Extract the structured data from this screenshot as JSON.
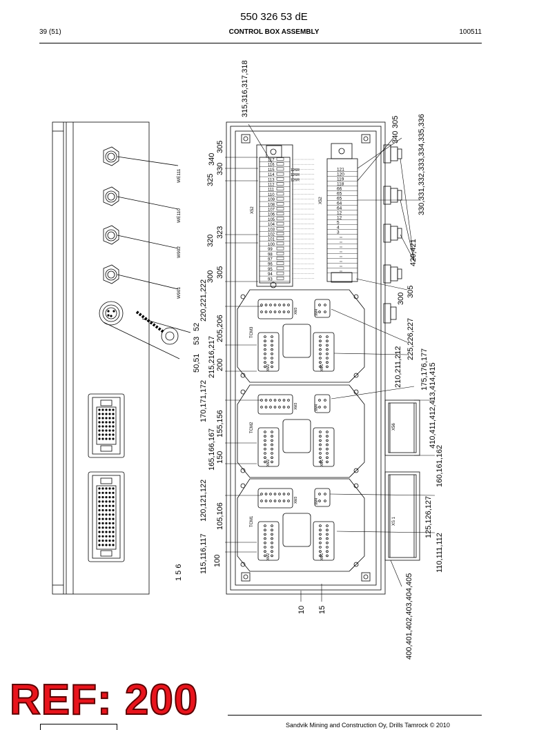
{
  "header": {
    "doc_number": "550 326 53 dE",
    "page": "39 (51)",
    "title": "CONTROL BOX ASSEMBLY",
    "code": "100511"
  },
  "callouts": {
    "c315": "315,316,317,318",
    "c340a": "340",
    "c305a": "305",
    "c325": "325",
    "c330": "330",
    "c320": "320",
    "c323": "323",
    "c300a": "300",
    "c305b": "305",
    "c220": "220,221,222",
    "c205": "205,206",
    "c53": "53",
    "c52": "52",
    "c50": "50,51",
    "c215": "215,216,217",
    "c200": "200",
    "c170": "170,171,172",
    "c155": "155,156",
    "c165": "165,166,167",
    "c150": "150",
    "c120": "120,121,122",
    "c105": "105,106",
    "c115": "115,116,117",
    "c100": "100",
    "c156": "1 5 6",
    "c10": "10",
    "c15": "15",
    "c400": "400,401,402,403,404,405",
    "c110": "110,111,112",
    "c125": "125,126,127",
    "c160": "160,161,162",
    "c410": "410,411,412,413,414,415",
    "c175": "175,176,177",
    "c210": "210,211,212",
    "c225": "225,226,227",
    "c300b": "300",
    "c305c": "305",
    "c420": "420,421",
    "c330b": "330,331,332,333,334,335,336",
    "c340b": "340",
    "c305d": "305"
  },
  "plugs": [
    "WE111",
    "WE110",
    "W902",
    "W901"
  ],
  "terminal_left": [
    "117",
    "116",
    "115",
    "114",
    "113",
    "112",
    "111",
    "110",
    "109",
    "108",
    "107",
    "106",
    "105",
    "104",
    "103",
    "102",
    "101",
    "100",
    "99",
    "98",
    "97",
    "96",
    "95",
    "94",
    "93"
  ],
  "terminal_left_notes": [
    "126R",
    "126R",
    "126R"
  ],
  "terminal_right": [
    "121",
    "120",
    "119",
    "118",
    "66",
    "65",
    "65",
    "64",
    "64",
    "12",
    "12",
    "5",
    "4",
    "3"
  ],
  "strip_labels": {
    "left": "X52",
    "right": "X52"
  },
  "modules": [
    {
      "name": "TCM3",
      "conn": [
        "XM2",
        "XM3",
        "XM4",
        "XM1"
      ]
    },
    {
      "name": "TCM2",
      "conn": [
        "XM2",
        "XM3",
        "XM4",
        "XM1"
      ]
    },
    {
      "name": "TCM1",
      "conn": [
        "XM2",
        "XM3",
        "XM4",
        "XM1"
      ]
    }
  ],
  "side_labels": {
    "x56": "X56",
    "x51": "XS 1"
  },
  "ref_stamp": "REF: 200",
  "footer": "Sandvik Mining and Construction Oy, Drills Tamrock © 2010"
}
